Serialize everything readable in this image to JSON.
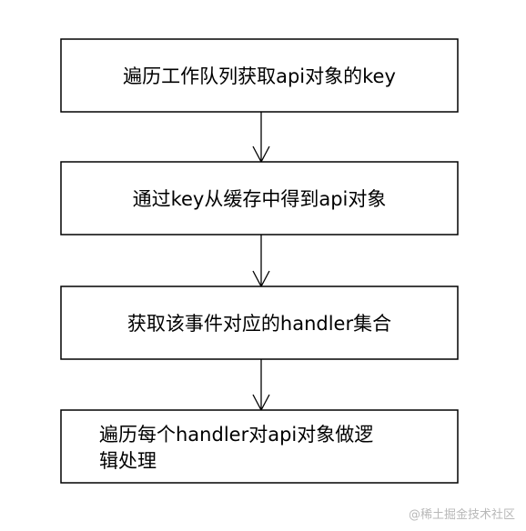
{
  "flowchart": {
    "steps": [
      {
        "lines": [
          "遍历工作队列获取api对象的key"
        ]
      },
      {
        "lines": [
          "通过key从缓存中得到api对象"
        ]
      },
      {
        "lines": [
          "获取该事件对应的handler集合"
        ]
      },
      {
        "lines": [
          "遍历每个handler对api对象做逻",
          "辑处理"
        ]
      }
    ]
  },
  "colors": {
    "stroke": "#000000",
    "background": "#ffffff",
    "watermark": "#b8b8b8"
  },
  "watermark": {
    "text": "@稀土掘金技术社区"
  }
}
